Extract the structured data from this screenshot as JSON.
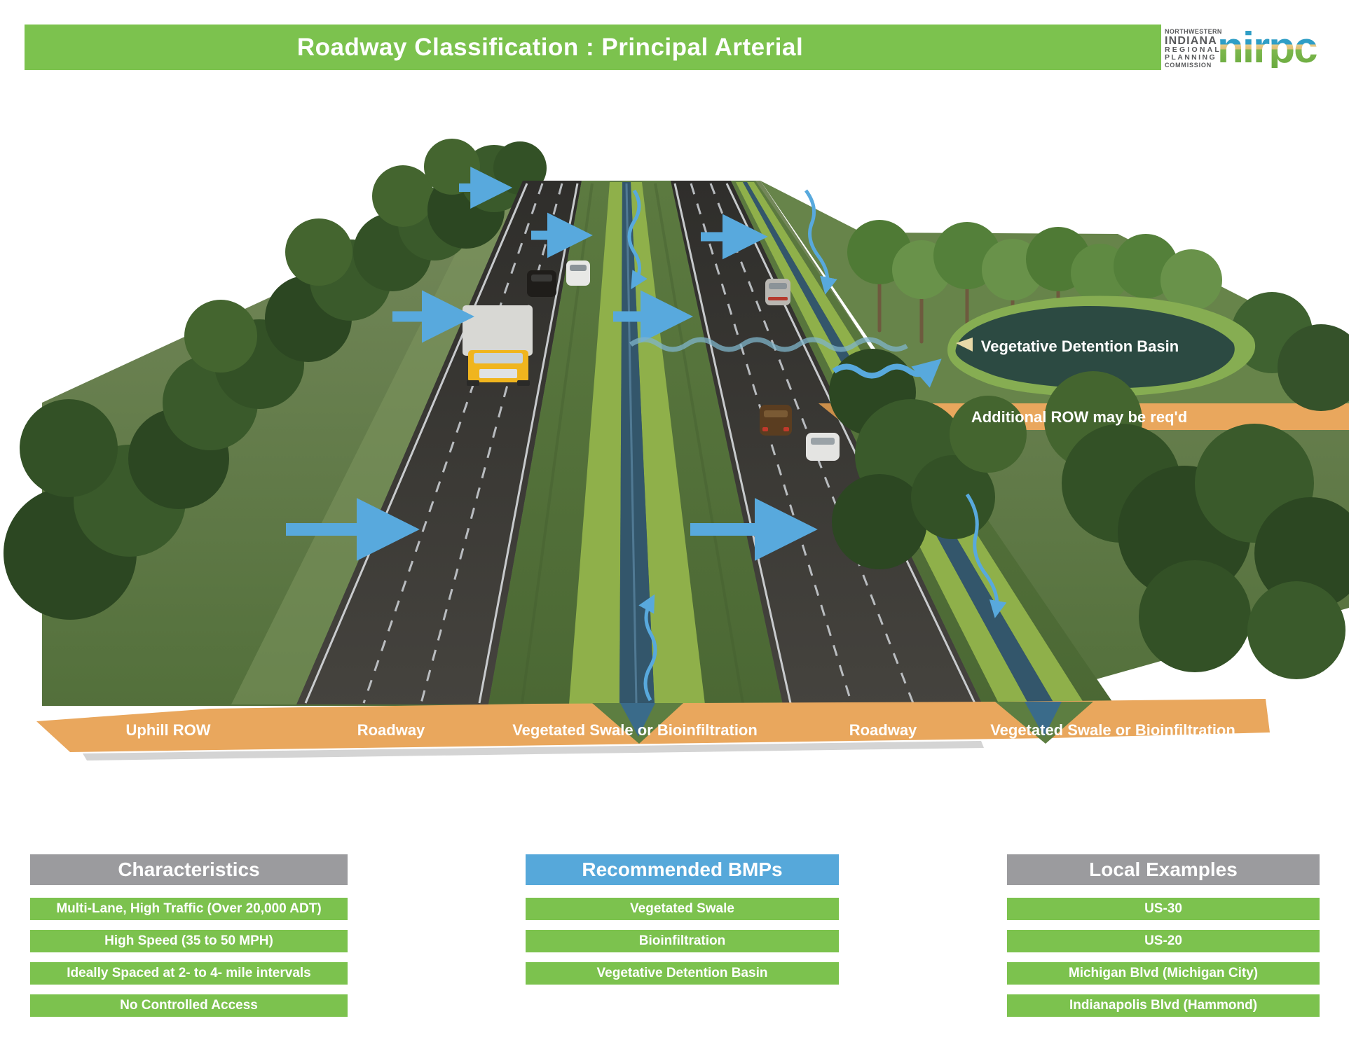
{
  "header": {
    "title": "Roadway Classification : Principal Arterial",
    "logo": {
      "org_lines": [
        "NORTHWESTERN",
        "INDIANA",
        "REGIONAL",
        "PLANNING",
        "COMMISSION"
      ],
      "brand": "nirpc"
    }
  },
  "illustration": {
    "callouts": {
      "detention_basin": "Vegetative Detention Basin",
      "additional_row": "Additional ROW may be req'd"
    },
    "cross_section_labels": [
      "Uphill ROW",
      "Roadway",
      "Vegetated Swale or Bioinfiltration",
      "Roadway",
      "Vegetated Swale or Bioinfiltration"
    ]
  },
  "panels": {
    "characteristics": {
      "header": "Characteristics",
      "rows": [
        "Multi-Lane, High Traffic (Over 20,000 ADT)",
        "High Speed (35 to 50 MPH)",
        "Ideally Spaced at 2- to 4- mile intervals",
        "No Controlled Access"
      ]
    },
    "bmps": {
      "header": "Recommended BMPs",
      "rows": [
        "Vegetated Swale",
        "Bioinfiltration",
        "Vegetative Detention Basin"
      ]
    },
    "examples": {
      "header": "Local Examples",
      "rows": [
        "US-30",
        "US-20",
        "Michigan Blvd (Michigan City)",
        "Indianapolis Blvd (Hammond)"
      ]
    }
  },
  "colors": {
    "green": "#7cc24e",
    "gray": "#9b9b9e",
    "blue": "#56a8da",
    "arrow_blue": "#58a9dd",
    "dirt_orange": "#e9a75d"
  }
}
